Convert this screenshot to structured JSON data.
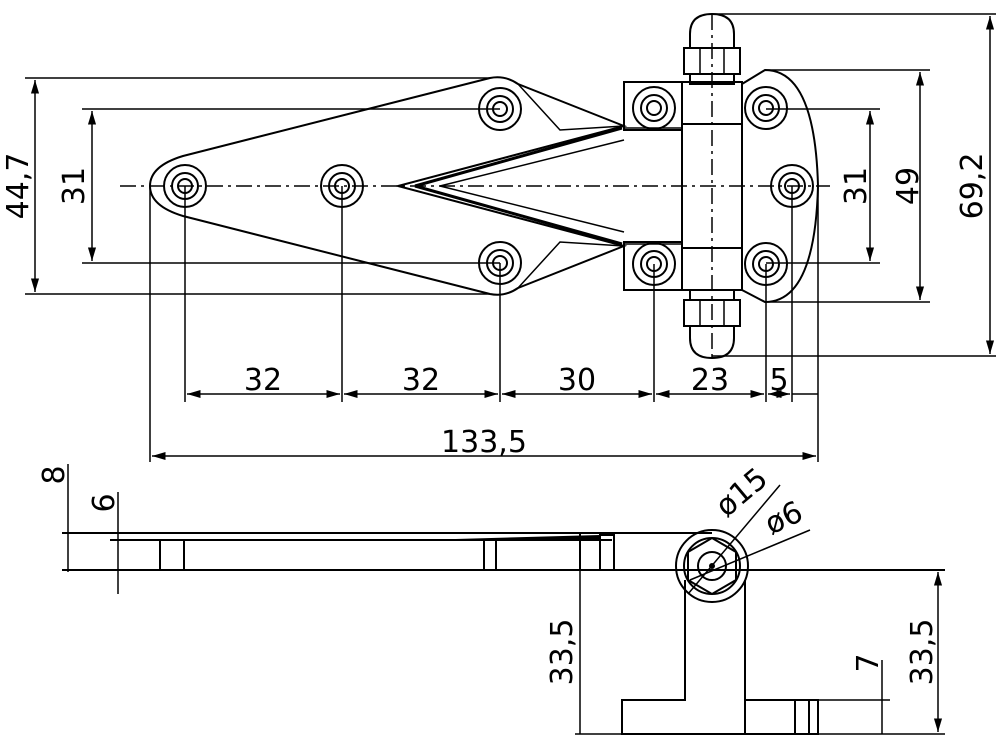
{
  "top_view": {
    "height_overall": "44,7",
    "hole_spacing_left": "31",
    "hole_spacing_right": "31",
    "height_49": "49",
    "height_overall_right": "69,2",
    "spacing_1": "32",
    "spacing_2": "32",
    "spacing_3": "30",
    "spacing_4": "23",
    "spacing_5": "5",
    "length_overall": "133,5"
  },
  "side_view": {
    "thickness_8": "8",
    "thickness_6": "6",
    "dia_15": "ø15",
    "dia_6": "ø6",
    "height_left": "33,5",
    "height_right": "33,5",
    "foot_7": "7"
  }
}
